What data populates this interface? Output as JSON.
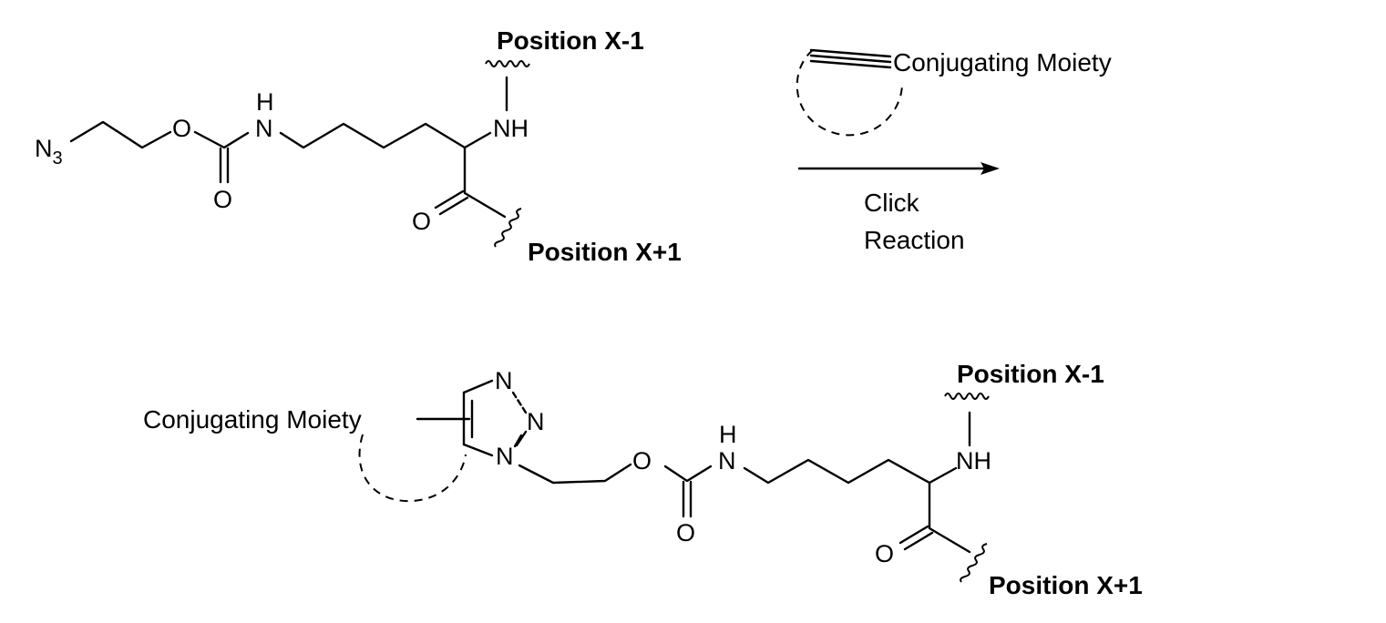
{
  "reactant": {
    "azide": "N",
    "azide_sub": "3",
    "ester_o": "O",
    "carbonyl_o": "O",
    "amide_n": "N",
    "amide_h": "H",
    "alpha_nh": "NH",
    "acid_o": "O",
    "position_prev": "Position X-1",
    "position_next": "Position X+1"
  },
  "reagent": {
    "label": "Conjugating Moiety"
  },
  "arrow": {
    "line1": "Click",
    "line2": "Reaction"
  },
  "product": {
    "moiety_label": "Conjugating Moiety",
    "triazole_n3": "N",
    "triazole_n2": "N",
    "triazole_n1": "N",
    "ester_o": "O",
    "carbonyl_o": "O",
    "amide_n": "N",
    "amide_h": "H",
    "alpha_nh": "NH",
    "acid_o": "O",
    "position_prev": "Position X-1",
    "position_next": "Position X+1"
  }
}
